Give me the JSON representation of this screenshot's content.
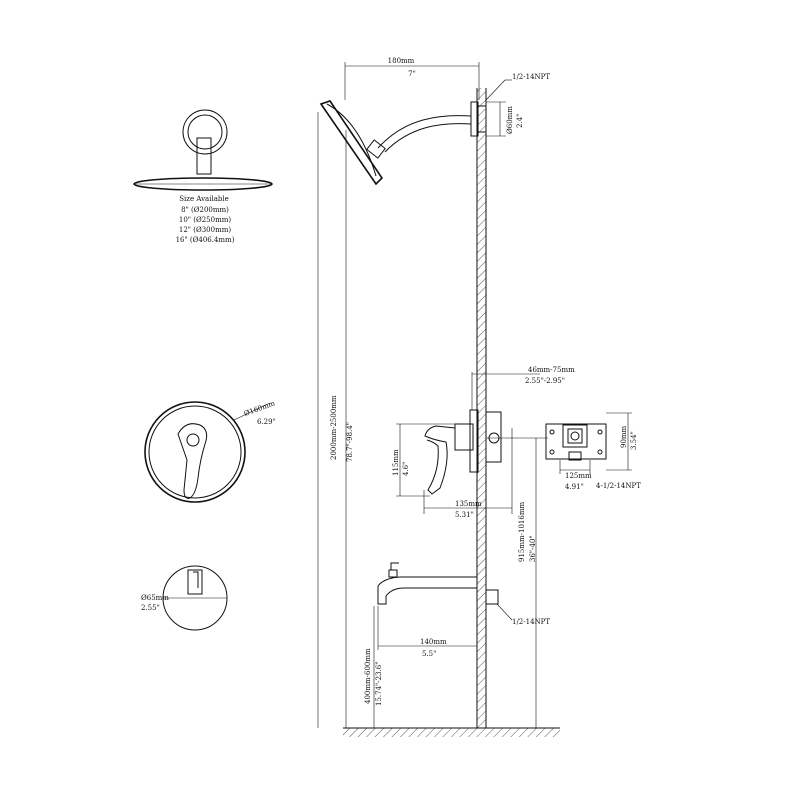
{
  "shower_arm": {
    "length_mm": "180mm",
    "length_in": "7\"",
    "thread": "1/2-14NPT",
    "flange_mm": "Ø60mm",
    "flange_in": "2.4\""
  },
  "showerhead": {
    "title": "Size Available",
    "sizes": [
      "8\" (Ø200mm)",
      "10\" (Ø250mm)",
      "12\" (Ø300mm)",
      "16\" (Ø406.4mm)"
    ]
  },
  "total_height": {
    "mm": "2000mm-2500mm",
    "in": "78.7\"-98.4\""
  },
  "wall_depth": {
    "mm": "46mm-75mm",
    "in": "2.55\"-2.95\""
  },
  "valve": {
    "height_mm": "115mm",
    "height_in": "4.6\"",
    "depth_mm": "135mm",
    "depth_in": "5.31\""
  },
  "trim_plate": {
    "dia_mm": "Ø160mm",
    "dia_in": "6.29\""
  },
  "rough_in": {
    "height_mm": "90mm",
    "height_in": "3.54\"",
    "width_mm": "125mm",
    "width_in": "4.91\"",
    "thread": "4-1/2-14NPT"
  },
  "valve_height": {
    "mm": "915mm-1016mm",
    "in": "36\"-40\""
  },
  "tub_spout": {
    "reach_mm": "140mm",
    "reach_in": "5.5\"",
    "thread": "1/2-14NPT"
  },
  "spout_height": {
    "mm": "400mm-600mm",
    "in": "15.74\"-23.6\""
  },
  "diverter": {
    "dia_mm": "Ø65mm",
    "dia_in": "2.55\""
  }
}
